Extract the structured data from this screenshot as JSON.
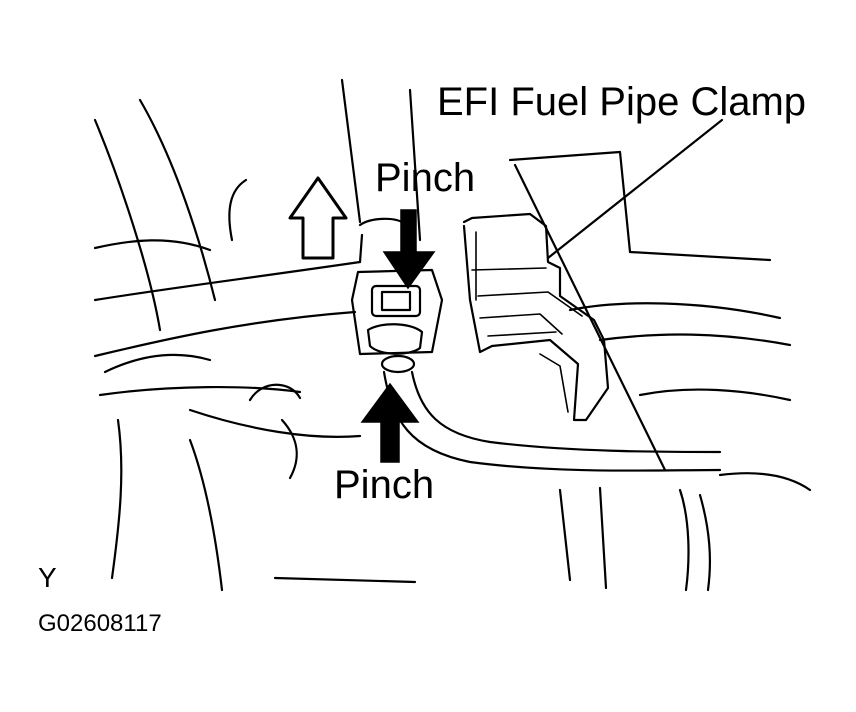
{
  "labels": {
    "clamp": "EFI Fuel Pipe Clamp",
    "pinch_top": "Pinch",
    "pinch_bottom": "Pinch",
    "view_letter": "Y",
    "figure_id": "G02608117"
  },
  "colors": {
    "ink": "#000000",
    "paper": "#ffffff"
  }
}
